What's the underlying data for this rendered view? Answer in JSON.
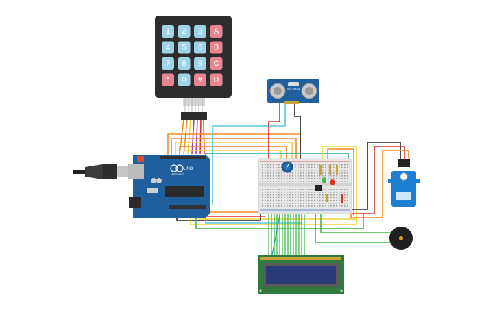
{
  "keypad": {
    "keys": [
      [
        "1",
        "2",
        "3",
        "A"
      ],
      [
        "4",
        "5",
        "6",
        "B"
      ],
      [
        "7",
        "8",
        "9",
        "C"
      ],
      [
        "*",
        "0",
        "#",
        "D"
      ]
    ],
    "colors": {
      "digit": "#9fd3ea",
      "letter": "#e8868f",
      "body": "#2d2d2d"
    }
  },
  "arduino": {
    "model": "UNO",
    "brand": "ARDUINO",
    "color": "#1f5f9d"
  },
  "ultrasonic": {
    "label": "HC-SR04",
    "color": "#1f5f9d"
  },
  "lcd": {
    "color": "#2f7a3c",
    "screen": "#2b3a78"
  },
  "wire_colors": {
    "orange": "#f28c28",
    "yellow": "#f2d33b",
    "red": "#d9342b",
    "black": "#222222",
    "green": "#3ebc4a",
    "cyan": "#5bc4de",
    "purple": "#a33ea3",
    "teal": "#2aa6b3"
  },
  "components": [
    "keypad-4x4",
    "arduino-uno",
    "hc-sr04",
    "breadboard",
    "potentiometer",
    "led-green",
    "led-red",
    "transistor",
    "servo",
    "buzzer",
    "lcd-16x2",
    "usb-cable"
  ]
}
